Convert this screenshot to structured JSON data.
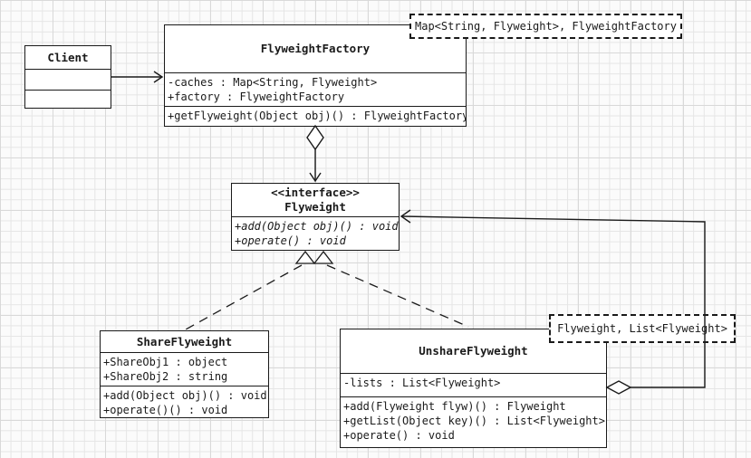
{
  "colors": {
    "line": "#1a1a1a",
    "box_fill": "#ffffff",
    "paper": "#fbfbfb",
    "grid_fine": "#e5e5e5",
    "grid_coarse": "#d9d9d9"
  },
  "classes": {
    "client": {
      "title": "Client",
      "attributes": [],
      "methods": []
    },
    "flyweight_factory": {
      "title": "FlyweightFactory",
      "attributes": [
        "-caches : Map<String, Flyweight>",
        "+factory : FlyweightFactory"
      ],
      "methods": [
        "+getFlyweight(Object obj)() : FlyweightFactory"
      ]
    },
    "flyweight": {
      "stereotype": "<<interface>>",
      "title": "Flyweight",
      "methods": [
        "+add(Object obj)() : void",
        "+operate() : void"
      ]
    },
    "share_flyweight": {
      "title": "ShareFlyweight",
      "attributes": [
        "+ShareObj1 : object",
        "+ShareObj2 : string"
      ],
      "methods": [
        "+add(Object obj)() : void",
        "+operate()() : void"
      ]
    },
    "unshare_flyweight": {
      "title": "UnshareFlyweight",
      "attributes": [
        "-lists : List<Flyweight>"
      ],
      "methods": [
        "+add(Flyweight flyw)() : Flyweight",
        "+getList(Object key)() : List<Flyweight>",
        "+operate() : void"
      ]
    }
  },
  "notes": {
    "factory_template": "Map<String, Flyweight>, FlyweightFactory",
    "unshare_template": "Flyweight, List<Flyweight>"
  },
  "relationships": [
    {
      "type": "association",
      "from": "Client",
      "to": "FlyweightFactory"
    },
    {
      "type": "aggregation",
      "from": "FlyweightFactory",
      "to": "Flyweight"
    },
    {
      "type": "realization",
      "from": "ShareFlyweight",
      "to": "Flyweight"
    },
    {
      "type": "realization",
      "from": "UnshareFlyweight",
      "to": "Flyweight"
    },
    {
      "type": "aggregation",
      "from": "UnshareFlyweight",
      "to": "Flyweight"
    }
  ]
}
